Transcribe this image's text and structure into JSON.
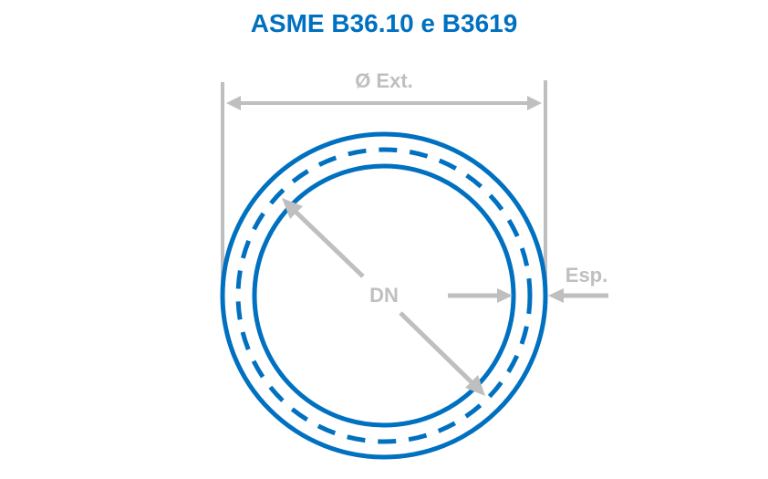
{
  "title": "ASME B36.10 e B3619",
  "labels": {
    "outer_diameter": "Ø Ext.",
    "nominal_diameter": "DN",
    "thickness": "Esp."
  },
  "colors": {
    "pipe": "#0070C0",
    "dimension": "#BFBFBF",
    "title": "#0070C0"
  }
}
